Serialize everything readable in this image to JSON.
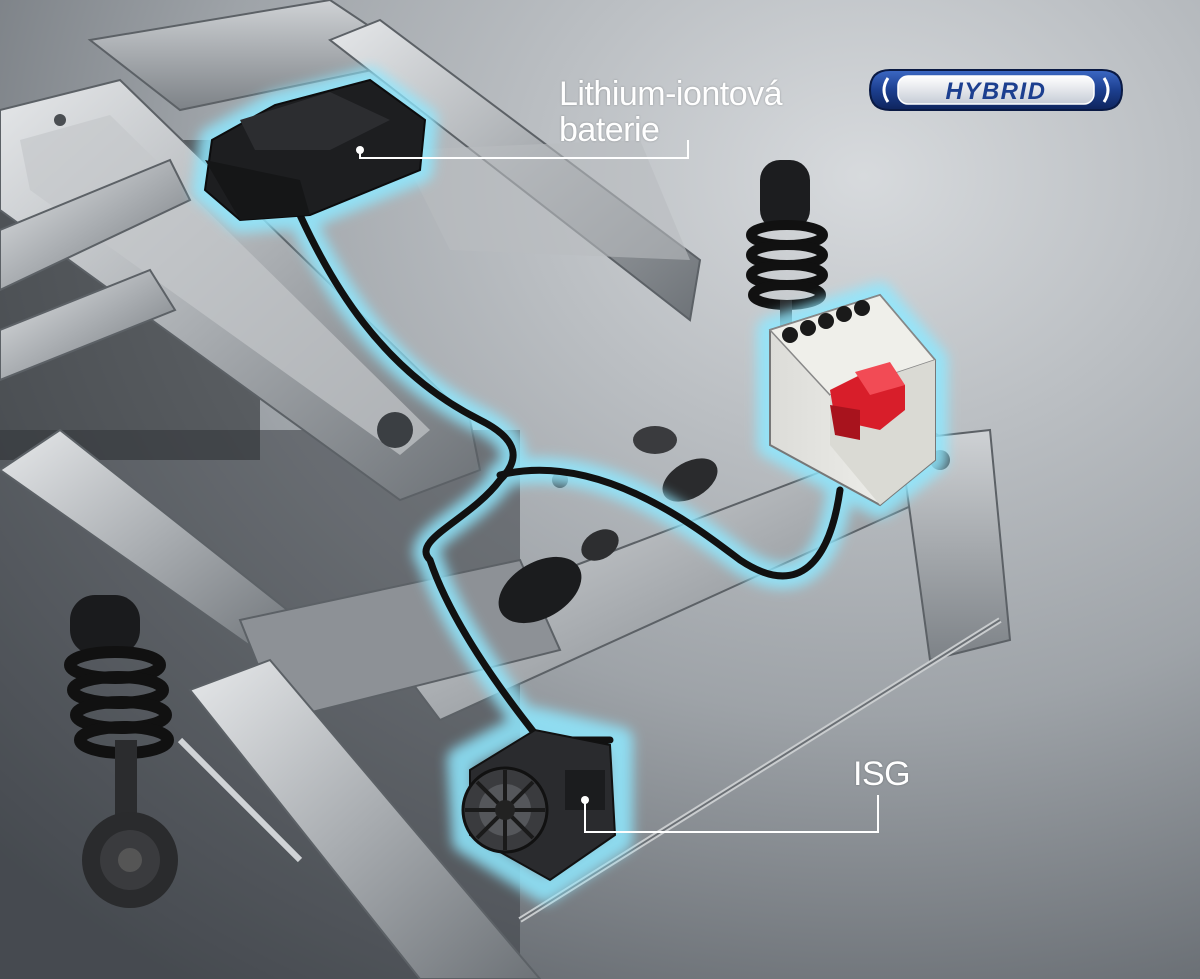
{
  "badge": {
    "text": "HYBRID"
  },
  "labels": {
    "lithium_battery_line1": "Lithium-iontová",
    "lithium_battery_line2": "baterie",
    "isg": "ISG"
  },
  "colors": {
    "background_light": "#c8ccd0",
    "background_dark": "#5d636a",
    "glow": "#8fe8ff",
    "cable": "#111111",
    "leader_line": "#ffffff",
    "battery_terminal": "#d81e2a",
    "badge_blue": "#1c3f8f"
  }
}
